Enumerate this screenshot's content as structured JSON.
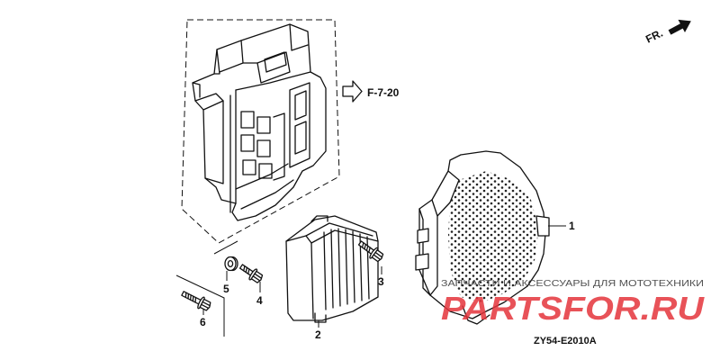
{
  "diagram": {
    "reference": {
      "label": "F-7-20"
    },
    "direction": {
      "label": "FR."
    },
    "parts": [
      {
        "number": "1"
      },
      {
        "number": "2"
      },
      {
        "number": "3"
      },
      {
        "number": "4"
      },
      {
        "number": "5"
      },
      {
        "number": "6"
      }
    ],
    "drawing_code": "ZY54-E2010A"
  },
  "watermark": {
    "tagline": "ЗАПЧАСТИ И АКСЕССУАРЫ ДЛЯ МОТОТЕХНИКИ",
    "logo": "PARTSFOR.RU"
  },
  "colors": {
    "line": "#111111",
    "background": "#ffffff",
    "watermark_logo": "#e5343c",
    "watermark_text": "#333333"
  }
}
